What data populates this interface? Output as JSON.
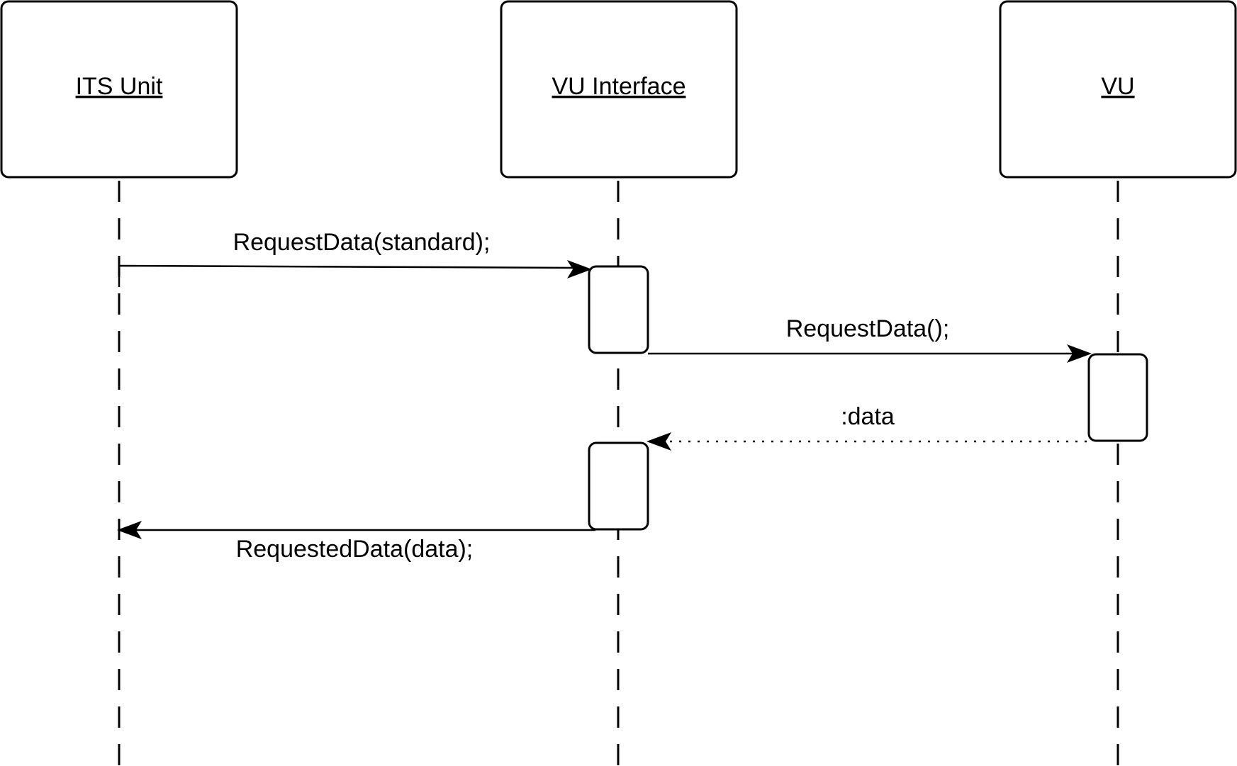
{
  "participants": [
    {
      "name": "ITS Unit"
    },
    {
      "name": "VU Interface"
    },
    {
      "name": "VU"
    }
  ],
  "messages": [
    {
      "label": "RequestData(standard);",
      "from": "ITS Unit",
      "to": "VU Interface",
      "style": "solid"
    },
    {
      "label": "RequestData();",
      "from": "VU Interface",
      "to": "VU",
      "style": "solid"
    },
    {
      "label": ":data",
      "from": "VU",
      "to": "VU Interface",
      "style": "dotted"
    },
    {
      "label": "RequestedData(data);",
      "from": "VU Interface",
      "to": "ITS Unit",
      "style": "solid"
    }
  ],
  "colors": {
    "line": "#000000",
    "background": "#ffffff"
  }
}
